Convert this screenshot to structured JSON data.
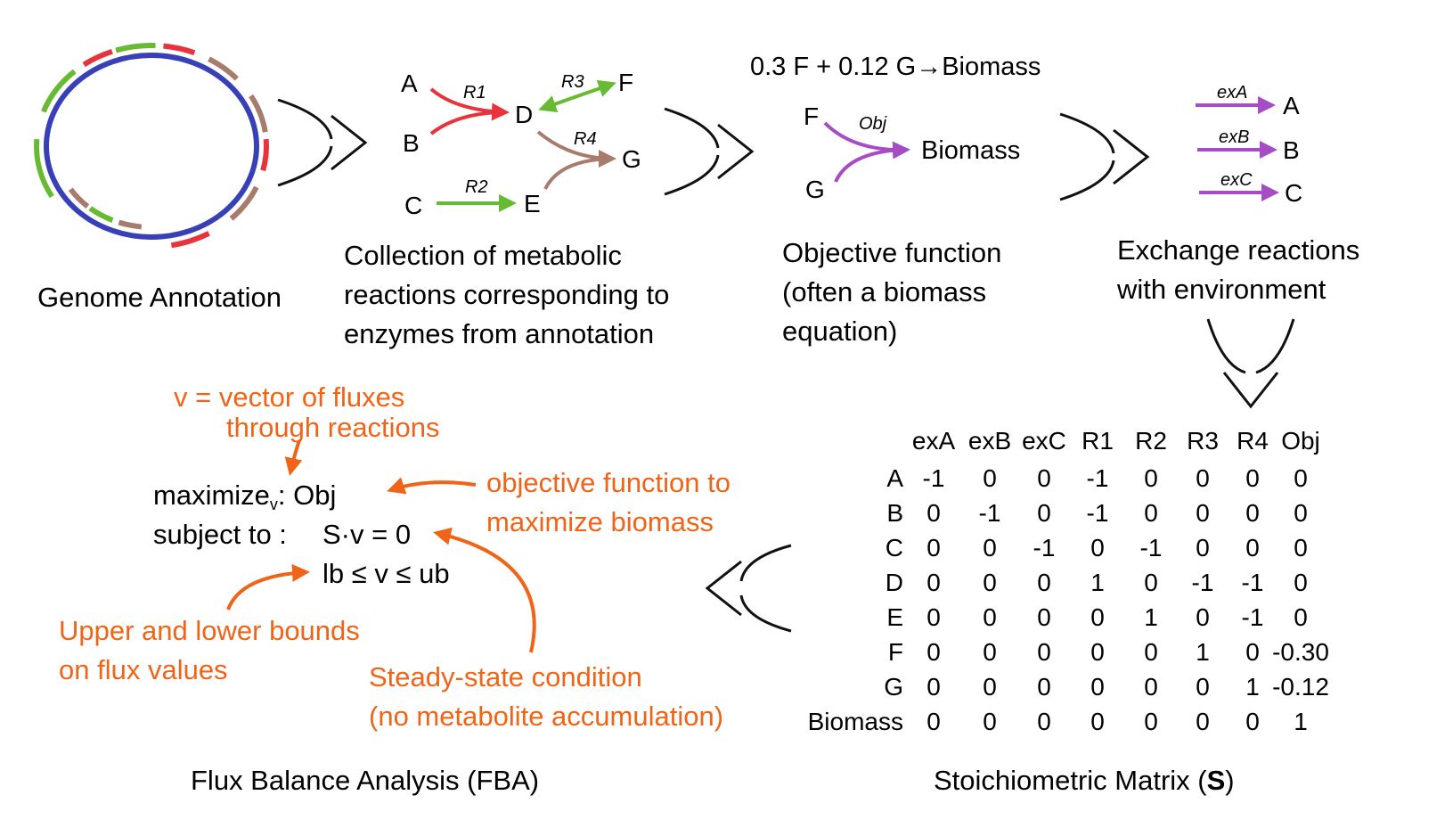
{
  "colors": {
    "red": "#e8323c",
    "green": "#66bb33",
    "brown": "#a87c6c",
    "purple": "#a64cc4",
    "blue": "#3840b8",
    "orange": "#f06418",
    "text": "#1a1a1a"
  },
  "genome": {
    "caption": "Genome Annotation"
  },
  "reactions": {
    "nodes": {
      "A": "A",
      "B": "B",
      "C": "C",
      "D": "D",
      "E": "E",
      "F": "F",
      "G": "G"
    },
    "labels": {
      "R1": "R1",
      "R2": "R2",
      "R3": "R3",
      "R4": "R4"
    },
    "caption": [
      "Collection of metabolic",
      "reactions corresponding to",
      "enzymes from annotation"
    ]
  },
  "objective": {
    "equation": "0.3 F + 0.12 G→Biomass",
    "F": "F",
    "G": "G",
    "obj_label": "Obj",
    "biomass": "Biomass",
    "caption": [
      "Objective function",
      "(often a biomass",
      "equation)"
    ]
  },
  "exchange": {
    "items": [
      {
        "label": "exA",
        "target": "A"
      },
      {
        "label": "exB",
        "target": "B"
      },
      {
        "label": "exC",
        "target": "C"
      }
    ],
    "caption": [
      "Exchange reactions",
      "with environment"
    ]
  },
  "matrix": {
    "columns": [
      "exA",
      "exB",
      "exC",
      "R1",
      "R2",
      "R3",
      "R4",
      "Obj"
    ],
    "rows": [
      {
        "name": "A",
        "values": [
          "-1",
          "0",
          "0",
          "-1",
          "0",
          "0",
          "0",
          "0"
        ]
      },
      {
        "name": "B",
        "values": [
          "0",
          "-1",
          "0",
          "-1",
          "0",
          "0",
          "0",
          "0"
        ]
      },
      {
        "name": "C",
        "values": [
          "0",
          "0",
          "-1",
          "0",
          "-1",
          "0",
          "0",
          "0"
        ]
      },
      {
        "name": "D",
        "values": [
          "0",
          "0",
          "0",
          "1",
          "0",
          "-1",
          "-1",
          "0"
        ]
      },
      {
        "name": "E",
        "values": [
          "0",
          "0",
          "0",
          "0",
          "1",
          "0",
          "-1",
          "0"
        ]
      },
      {
        "name": "F",
        "values": [
          "0",
          "0",
          "0",
          "0",
          "0",
          "1",
          "0",
          "-0.30"
        ]
      },
      {
        "name": "G",
        "values": [
          "0",
          "0",
          "0",
          "0",
          "0",
          "0",
          "1",
          "-0.12"
        ]
      },
      {
        "name": "Biomass",
        "values": [
          "0",
          "0",
          "0",
          "0",
          "0",
          "0",
          "0",
          "1"
        ]
      }
    ],
    "caption_prefix": "Stoichiometric Matrix (",
    "caption_bold": "S",
    "caption_suffix": ")"
  },
  "fba": {
    "v_note": [
      "v = vector of fluxes",
      "through reactions"
    ],
    "maximize": "maximize",
    "maximize_sub": "v",
    "maximize_tail": ":  Obj",
    "subject_to": "subject to :",
    "constraint1": "S·v = 0",
    "constraint2": "lb ≤ v ≤ ub",
    "obj_note": [
      "objective function to",
      "maximize biomass"
    ],
    "bounds_note": [
      "Upper and lower bounds",
      "on flux values"
    ],
    "steady_note": [
      "Steady-state condition",
      "(no metabolite accumulation)"
    ],
    "caption": "Flux Balance Analysis (FBA)"
  }
}
